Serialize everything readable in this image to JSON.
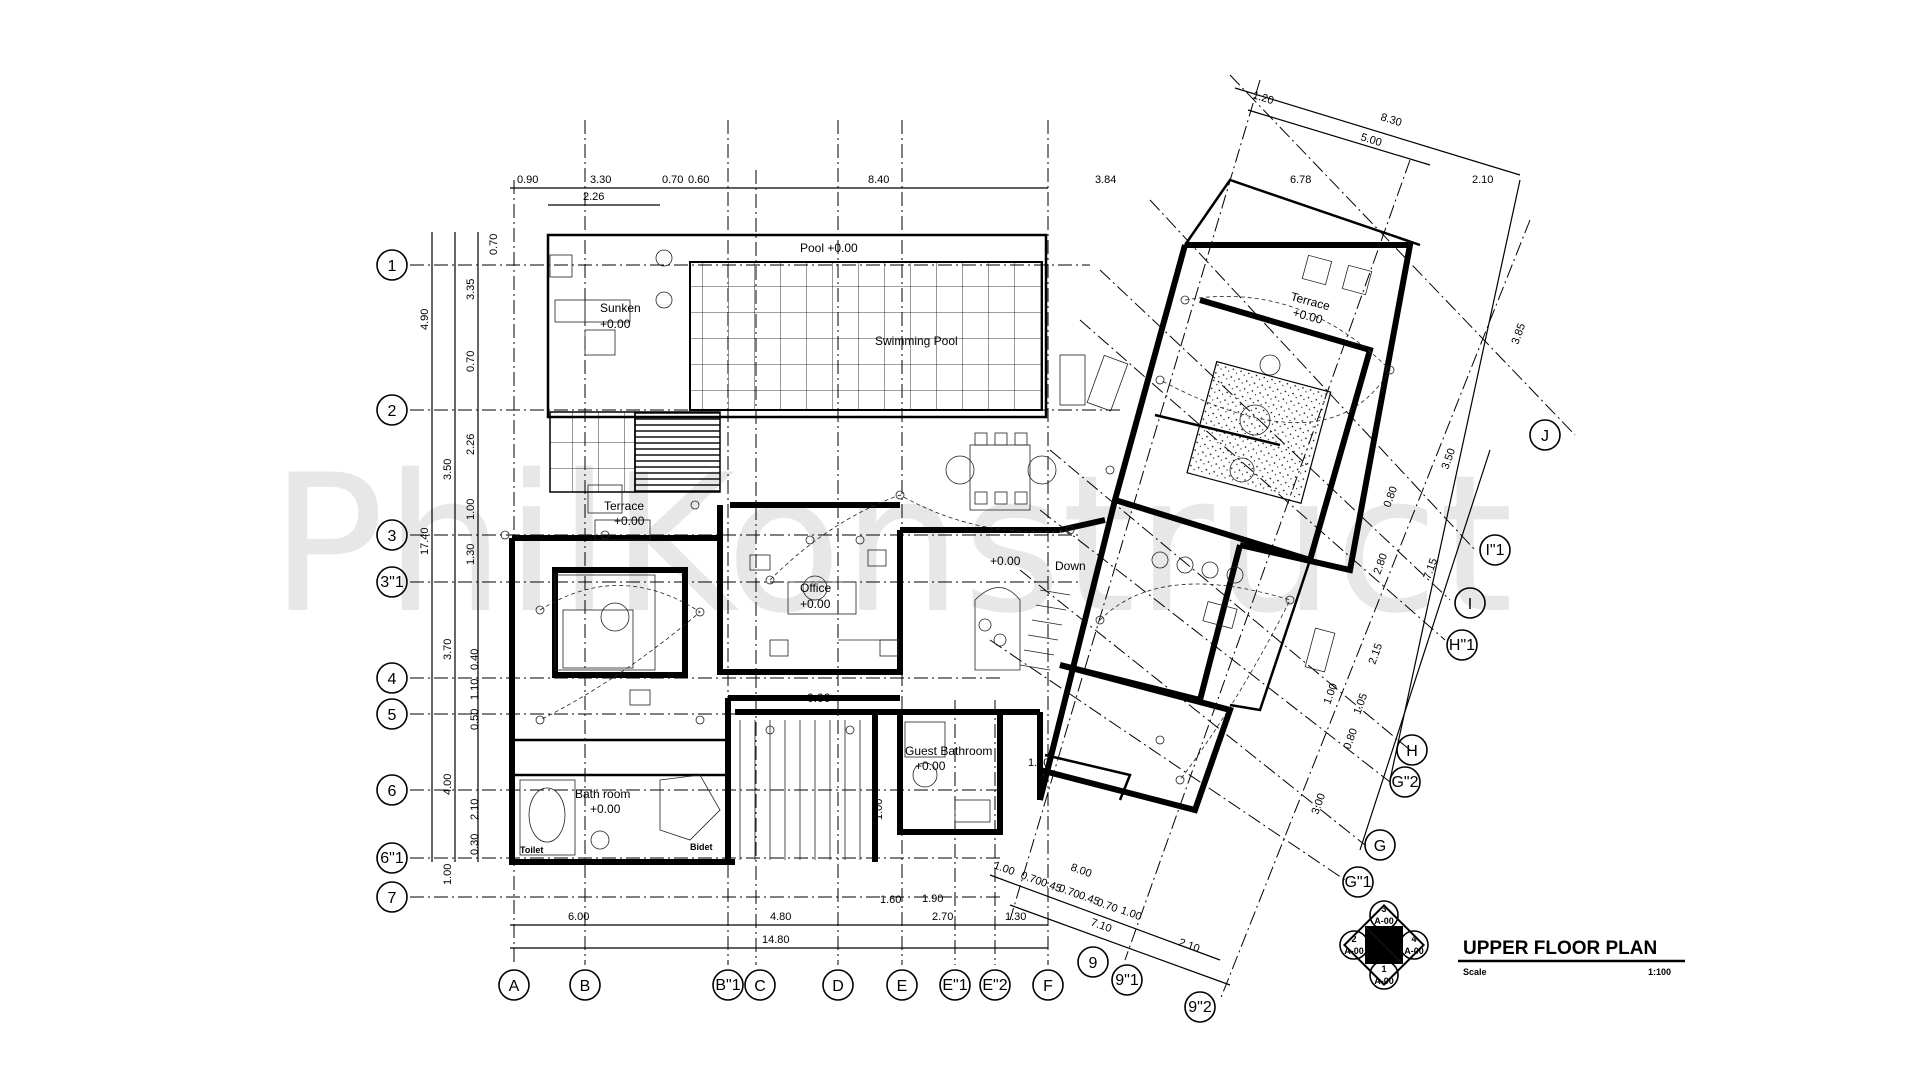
{
  "watermark": "PhilKonstruct",
  "title_block": {
    "title": "UPPER FLOOR PLAN",
    "scale_label": "Scale",
    "scale_value": "1:100",
    "section_key": {
      "top": "3",
      "left": "2",
      "right": "4",
      "bottom": "1",
      "ref": "A-00"
    }
  },
  "rooms": {
    "sunken": "Sunken",
    "sunken_level": "+0.00",
    "pool": "Pool +0.00",
    "swimming_pool": "Swimming Pool",
    "terrace_left": "Terrace",
    "terrace_left_level": "+0.00",
    "terrace_right": "Terrace",
    "terrace_right_level": "+0.00",
    "office": "Office",
    "office_level": "+0.00",
    "level_hall": "+0.00",
    "down": "Down",
    "level_stair": "+0.00",
    "bathroom": "Bath room",
    "bathroom_level": "+0.00",
    "guest_bathroom": "Guest Bathroom",
    "guest_bathroom_level": "+0.00",
    "toilet": "Toilet",
    "bidet": "Bidet"
  },
  "grid_rows": [
    "1",
    "2",
    "3",
    "3\"1",
    "4",
    "5",
    "6",
    "6\"1",
    "7"
  ],
  "grid_cols": [
    "A",
    "B",
    "B\"1",
    "C",
    "D",
    "E",
    "E\"1",
    "E\"2",
    "F"
  ],
  "grid_diag": [
    "J",
    "I\"1",
    "I",
    "H\"1",
    "H",
    "G\"2",
    "G",
    "G\"1",
    "9",
    "9\"1",
    "9\"2"
  ],
  "dims_top": [
    "0.90",
    "3.30",
    "2.26",
    "0.70",
    "0.60",
    "8.40",
    "3.84",
    "6.78",
    "2.10"
  ],
  "dims_diag_top": [
    "1.20",
    "8.30",
    "5.00"
  ],
  "dims_left_outer": [
    "4.90",
    "3.50",
    "17.40",
    "3.70",
    "4.00",
    "1.00"
  ],
  "dims_left_inner": [
    "0.70",
    "3.35",
    "0.70",
    "2.26",
    "1.00",
    "1.30",
    "0.40",
    "1.10",
    "0.50",
    "2.10",
    "0.30"
  ],
  "dims_bottom": [
    "6.00",
    "4.80",
    "14.80",
    "1.90",
    "2.70",
    "1.30"
  ],
  "dims_bottom_diag": [
    "1.00",
    "0.70",
    "0.45",
    "0.70",
    "0.45",
    "0.70",
    "1.00",
    "8.00",
    "7.10",
    "2.10"
  ],
  "dims_right_diag": [
    "3.85",
    "3.50",
    "0.80",
    "2.80",
    "7.15",
    "2.15",
    "1.00",
    "1.05",
    "0.80",
    "3.00"
  ],
  "misc_dims": [
    "1.20",
    "1.00",
    "1.60"
  ]
}
